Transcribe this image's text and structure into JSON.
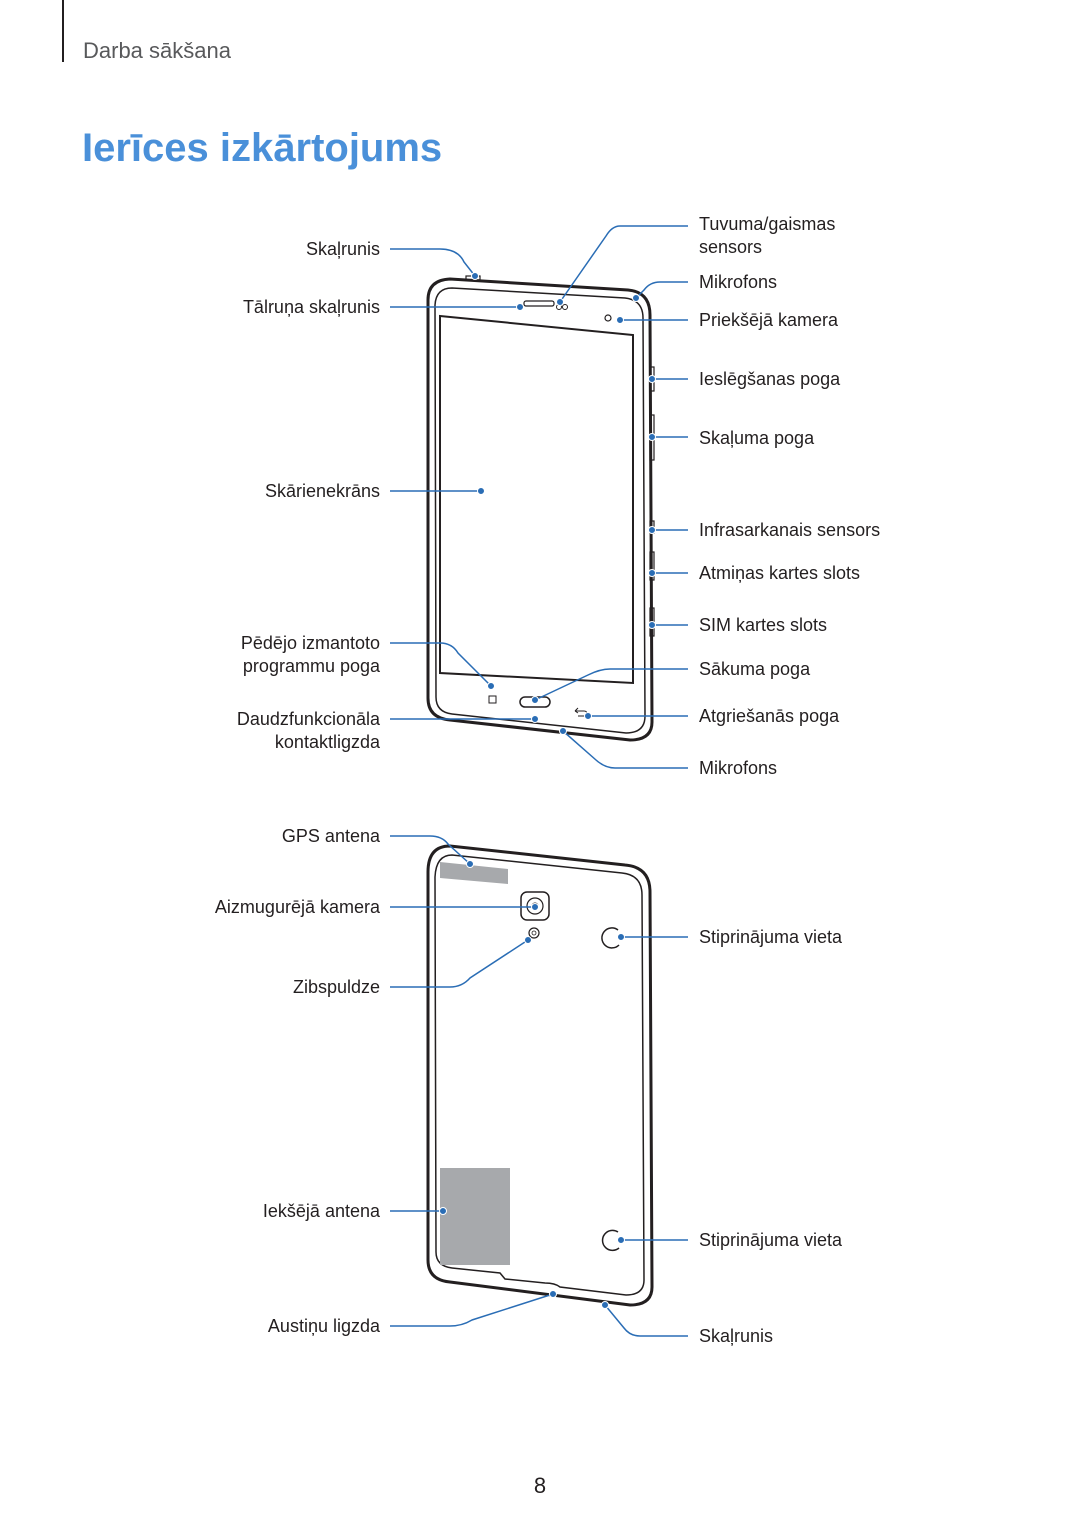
{
  "header": {
    "section": "Darba sākšana",
    "title": "Ierīces izkārtojums"
  },
  "front_labels": {
    "speaker_top": "Skaļrunis",
    "earpiece": "Tālruņa skaļrunis",
    "touchscreen": "Skārienekrāns",
    "recent_apps_1": "Pēdējo izmantoto",
    "recent_apps_2": "programmu poga",
    "multipurpose_jack_1": "Daudzfunkcionāla",
    "multipurpose_jack_2": "kontaktligzda",
    "proximity_1": "Tuvuma/gaismas",
    "proximity_2": "sensors",
    "mic_top": "Mikrofons",
    "front_camera": "Priekšējā kamera",
    "power_key": "Ieslēgšanas poga",
    "volume_key": "Skaļuma poga",
    "ir_sensor": "Infrasarkanais sensors",
    "memory_slot": "Atmiņas kartes slots",
    "sim_slot": "SIM kartes slots",
    "home_key": "Sākuma poga",
    "back_key": "Atgriešanās poga",
    "mic_bottom": "Mikrofons"
  },
  "back_labels": {
    "gps_antenna": "GPS antena",
    "rear_camera": "Aizmugurējā kamera",
    "flash": "Zibspuldze",
    "internal_antenna": "Iekšējā antena",
    "earphone_jack": "Austiņu ligzda",
    "fixing_point_1": "Stiprinājuma vieta",
    "fixing_point_2": "Stiprinājuma vieta",
    "speaker_bottom": "Skaļrunis"
  },
  "colors": {
    "title": "#4a90d9",
    "leader": "#2a6db5",
    "antenna_fill": "#a7a9ac"
  },
  "page_number": "8"
}
